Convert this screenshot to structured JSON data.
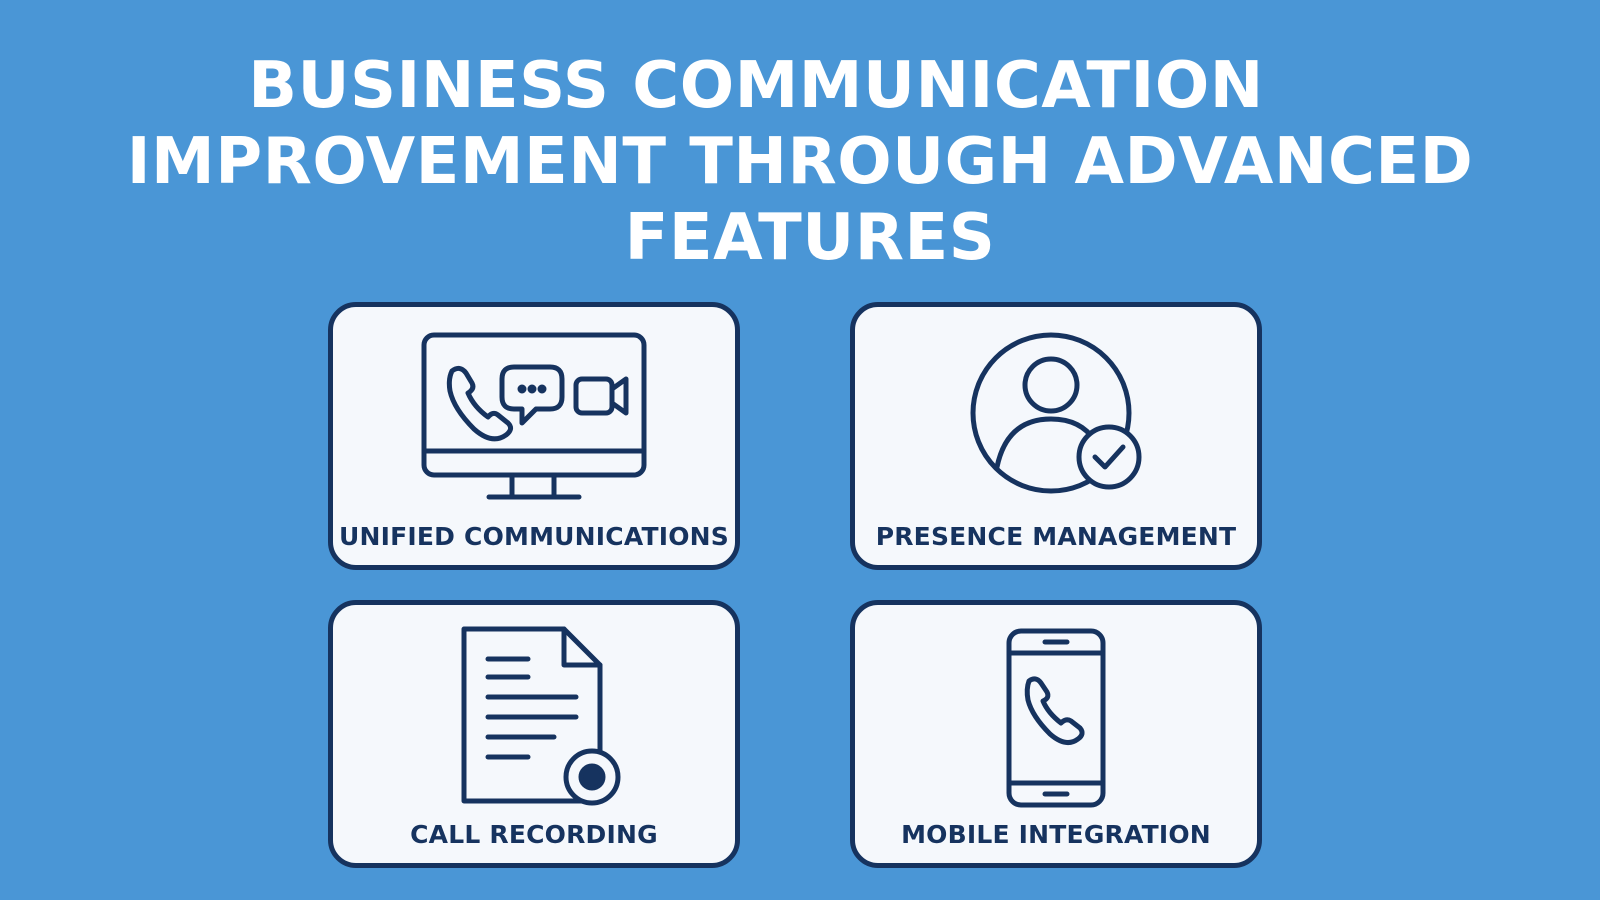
{
  "title": {
    "line1": "BUSINESS COMMUNICATION",
    "line2": "IMPROVEMENT THROUGH ADVANCED",
    "line3": "FEATURES"
  },
  "cards": [
    {
      "label": "UNIFIED COMMUNICATIONS",
      "icon": "monitor-communications-icon"
    },
    {
      "label": "PRESENCE MANAGEMENT",
      "icon": "user-check-icon"
    },
    {
      "label": "CALL RECORDING",
      "icon": "document-record-icon"
    },
    {
      "label": "MOBILE INTEGRATION",
      "icon": "mobile-phone-icon"
    }
  ],
  "colors": {
    "background": "#4a96d6",
    "card": "#f5f8fc",
    "ink": "#16335f"
  }
}
